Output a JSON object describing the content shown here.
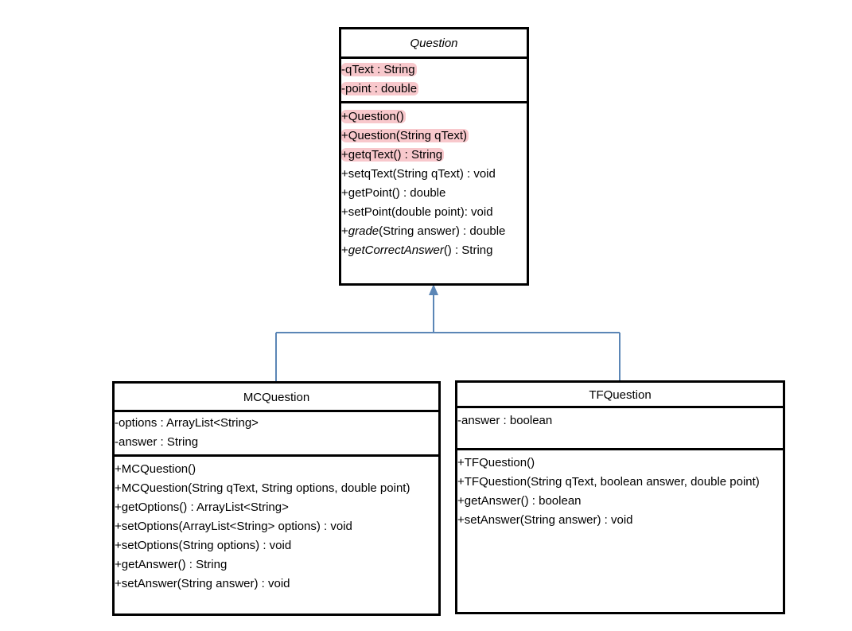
{
  "accent_color": "#5b86b6",
  "highlight_color": "#f8c8cc",
  "classes": {
    "question": {
      "name": "Question",
      "name_italic": true,
      "attributes": [
        {
          "text": "-qText : String",
          "highlight": true
        },
        {
          "text": "-point : double",
          "highlight": true
        }
      ],
      "methods": [
        {
          "text": "+Question()",
          "highlight": true
        },
        {
          "text": "+Question(String qText)",
          "highlight": true
        },
        {
          "text": "+getqText() : String",
          "highlight": true
        },
        {
          "text": "+setqText(String qText) : void"
        },
        {
          "text": "+getPoint() : double"
        },
        {
          "text": "+setPoint(double point): void"
        },
        {
          "prefix": "+",
          "name": "grade",
          "rest": "(String answer) : double",
          "abstract": true
        },
        {
          "prefix": "+",
          "name": "getCorrectAnswer",
          "rest": "() : String",
          "abstract": true
        }
      ]
    },
    "mcquestion": {
      "name": "MCQuestion",
      "attributes": [
        {
          "text": "-options : ArrayList<String>"
        },
        {
          "text": "-answer : String"
        }
      ],
      "methods": [
        {
          "text": "+MCQuestion()"
        },
        {
          "text": "+MCQuestion(String qText, String options, double point)"
        },
        {
          "text": "+getOptions() : ArrayList<String>"
        },
        {
          "text": "+setOptions(ArrayList<String> options) : void"
        },
        {
          "text": "+setOptions(String options) : void"
        },
        {
          "text": "+getAnswer() : String"
        },
        {
          "text": "+setAnswer(String answer) : void"
        }
      ]
    },
    "tfquestion": {
      "name": "TFQuestion",
      "attributes": [
        {
          "text": "-answer : boolean"
        }
      ],
      "methods": [
        {
          "text": "+TFQuestion()"
        },
        {
          "text": "+TFQuestion(String qText, boolean answer, double point)"
        },
        {
          "text": "+getAnswer() : boolean"
        },
        {
          "text": "+setAnswer(String answer) : void"
        }
      ]
    }
  },
  "relationships": [
    {
      "type": "generalization",
      "from": "MCQuestion",
      "to": "Question"
    },
    {
      "type": "generalization",
      "from": "TFQuestion",
      "to": "Question"
    }
  ]
}
